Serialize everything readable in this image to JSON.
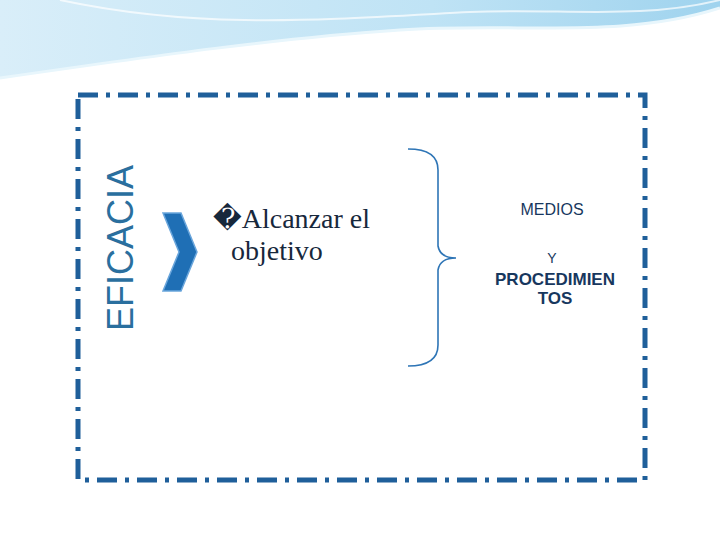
{
  "diagram": {
    "labels": [
      "EFICACIA",
      "�Alcanzar el objetivo",
      "MEDIOS",
      "Y",
      "PROCEDIMIEN TOS"
    ]
  }
}
